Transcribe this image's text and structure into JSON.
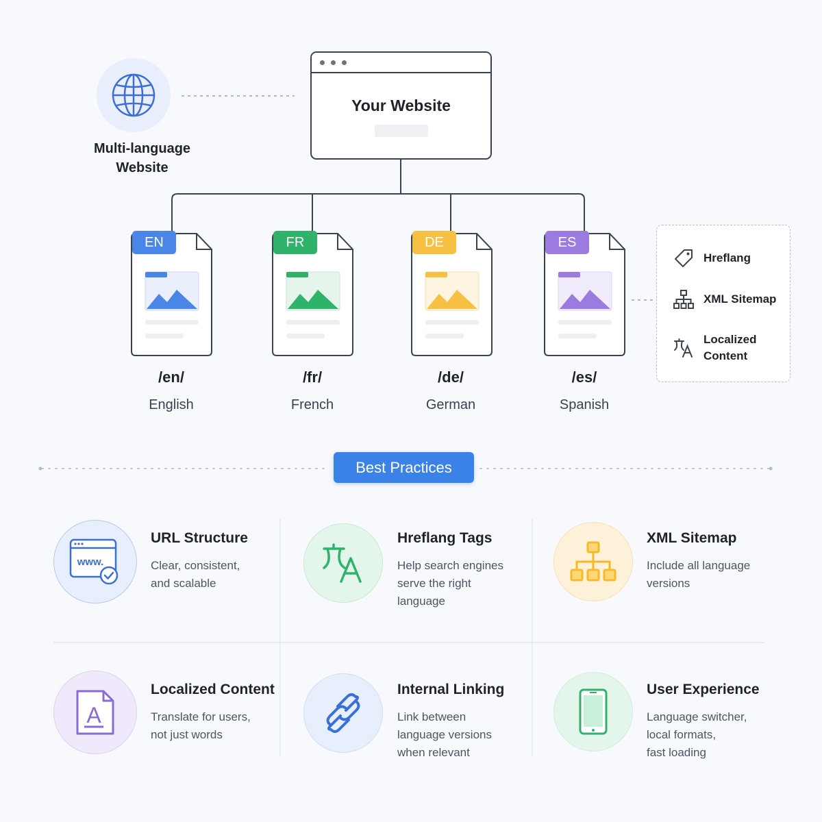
{
  "site": {
    "label": "Multi-language\nWebsite",
    "browser_title": "Your Website"
  },
  "languages": [
    {
      "code": "EN",
      "path": "/en/",
      "name": "English",
      "color": "#4a86e8"
    },
    {
      "code": "FR",
      "path": "/fr/",
      "name": "French",
      "color": "#2fb36b"
    },
    {
      "code": "DE",
      "path": "/de/",
      "name": "German",
      "color": "#f6c142"
    },
    {
      "code": "ES",
      "path": "/es/",
      "name": "Spanish",
      "color": "#9b7be0"
    }
  ],
  "legend": [
    {
      "label": "Hreflang",
      "icon": "tag-icon"
    },
    {
      "label": "XML Sitemap",
      "icon": "sitemap-icon"
    },
    {
      "label": "Localized\nContent",
      "icon": "translate-icon"
    }
  ],
  "best_practices_label": "Best Practices",
  "cards": [
    {
      "title": "URL Structure",
      "desc": "Clear, consistent,\nand scalable",
      "icon": "url-browser-icon",
      "color": "#3b82e8",
      "bg": "#e8effc",
      "icon_text": "www."
    },
    {
      "title": "Hreflang Tags",
      "desc": "Help search engines\nserve the right\nlanguage",
      "icon": "translate-icon",
      "color": "#2fb36b",
      "bg": "#e4f6ec"
    },
    {
      "title": "XML Sitemap",
      "desc": "Include all language\nversions",
      "icon": "sitemap-icon",
      "color": "#f6b928",
      "bg": "#fdf1da"
    },
    {
      "title": "Localized Content",
      "desc": "Translate for users,\nnot just words",
      "icon": "document-a-icon",
      "color": "#8b6ad8",
      "bg": "#efe9fb",
      "icon_text": "A"
    },
    {
      "title": "Internal Linking",
      "desc": "Link between\nlanguage versions\nwhen relevant",
      "icon": "link-icon",
      "color": "#3b82e8",
      "bg": "#e8effc"
    },
    {
      "title": "User Experience",
      "desc": "Language switcher,\nlocal formats,\nfast loading",
      "icon": "smartphone-icon",
      "color": "#2fb36b",
      "bg": "#e4f6ec"
    }
  ]
}
